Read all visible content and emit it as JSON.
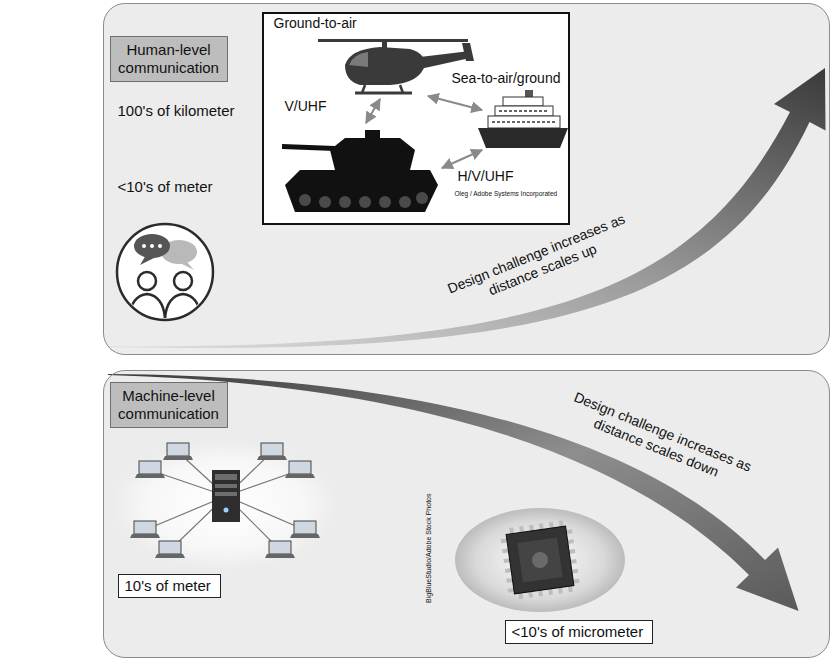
{
  "diagram": {
    "nodes": [
      {
        "text": [
          "100's of kilometer",
          "<10's of meter",
          "Design challenge increases as distance scales up"
        ]
      },
      {
        "text": [
          "Human-level communication"
        ],
        "in": 0
      },
      {
        "text": [
          "Ground-to-air",
          "Sea-to-air/ground",
          "V/UHF",
          "H/V/UHF",
          "Oleg / Adobe Systems Incorporated"
        ],
        "in": 0
      },
      {
        "text": [
          "Design challenge increases as distance scales down",
          "BigBlueStudio/Adobe Stock Photos"
        ]
      },
      {
        "text": [
          "Machine-level communication"
        ],
        "in": 3
      },
      {
        "text": [
          "10's of meter"
        ],
        "in": 3
      },
      {
        "text": [
          "<10's of micrometer"
        ],
        "in": 3
      }
    ]
  }
}
